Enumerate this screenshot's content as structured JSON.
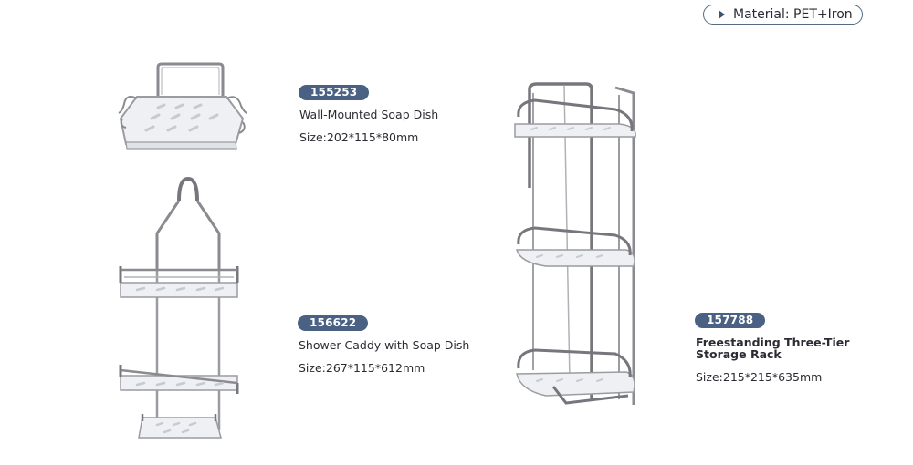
{
  "material": {
    "label": "Material: PET+Iron",
    "icon": "triangle-right-icon"
  },
  "colors": {
    "badge_bg": "#4a6184",
    "pill_border": "#566a84",
    "text": "#2b2b33",
    "chrome": "#8a8a90",
    "tray": "#e9ecef"
  },
  "products": [
    {
      "code": "155253",
      "name_lines": [
        "Wall-Mounted Soap Dish"
      ],
      "size": "Size:202*115*80mm",
      "image": "wall-mounted-soap-dish"
    },
    {
      "code": "156622",
      "name_lines": [
        "Shower Caddy with Soap Dish"
      ],
      "size": "Size:267*115*612mm",
      "image": "shower-caddy-with-soap-dish"
    },
    {
      "code": "157788",
      "name_lines": [
        "Freestanding Three-Tier",
        "Storage Rack"
      ],
      "size": "Size:215*215*635mm",
      "image": "freestanding-three-tier-storage-rack"
    }
  ]
}
